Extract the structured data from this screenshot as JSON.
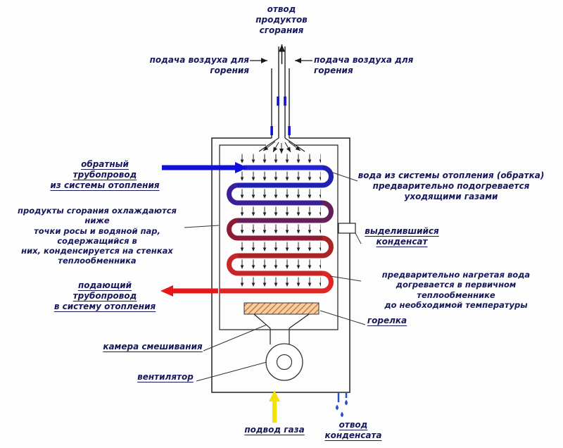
{
  "colors": {
    "ink": "#17175c",
    "line": "#222222",
    "return_blue": "#1010d8",
    "supply_red": "#e81616",
    "gas_yellow": "#f4e300",
    "condensate_blue": "#2a50cc",
    "burner_fill": "#f6cfa0",
    "burner_hatch": "#c06a36",
    "coil": [
      "#2424d8",
      "#2020b4",
      "#3c1e96",
      "#641e5a",
      "#8c1c34",
      "#aa2424",
      "#c62828",
      "#e02525"
    ]
  },
  "labels": {
    "flue_out": "отвод\nпродуктов\nсгорания",
    "air_left": "подача воздуха для горения",
    "air_right": "подача воздуха для горения",
    "return_pipe": "обратный трубопровод\nиз системы отопления",
    "cooling_note": "продукты сгорания охлаждаются ниже\nточки росы и водяной пар, содержащийся в\nних, конденсируется на стенках\nтеплообменника",
    "supply_pipe": "подающий трубопровод\nв систему отопления",
    "mixing_chamber": "камера смешивания",
    "fan": "вентилятор",
    "gas_in": "подвод газа",
    "condensate_out": "отвод\nконденсата",
    "water_preheat": "вода из системы отопления (обратка)\nпредварительно подогревается\nуходящими газами",
    "condensate_formed": "выделившийся\nконденсат",
    "final_heating": "предварительно нагретая вода\nдогревается в первичном теплообменнике\nдо необходимой температуры",
    "burner": "горелка"
  }
}
